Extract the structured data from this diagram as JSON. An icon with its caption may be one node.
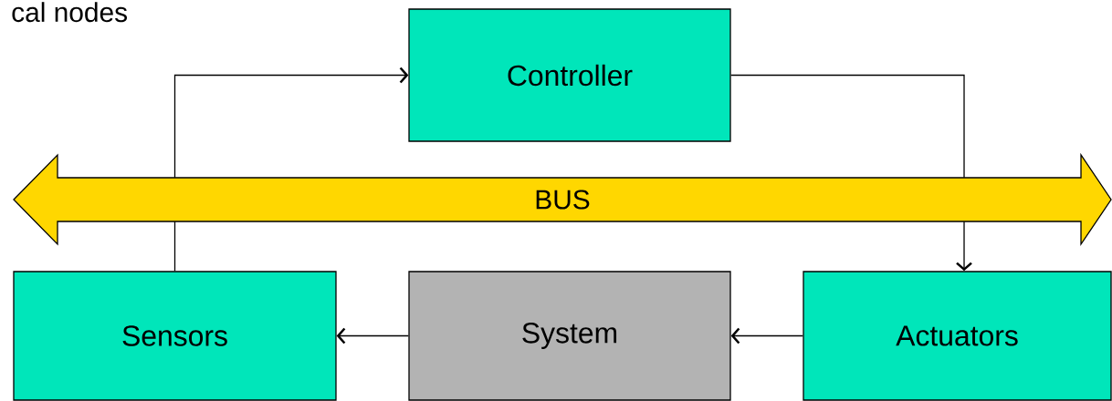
{
  "diagram": {
    "nodes": [
      {
        "text": [
          "Controller"
        ]
      },
      {
        "text": [
          "BUS"
        ]
      },
      {
        "text": [
          "Sensors"
        ]
      },
      {
        "text": [
          "System"
        ]
      },
      {
        "text": [
          "Actuators"
        ]
      }
    ],
    "edges": [
      {
        "from": 2,
        "to": 1,
        "arrow": "none"
      },
      {
        "from": 1,
        "to": 0,
        "arrow": "to"
      },
      {
        "from": 0,
        "to": 1,
        "arrow": "none"
      },
      {
        "from": 1,
        "to": 4,
        "arrow": "to"
      },
      {
        "from": 4,
        "to": 3,
        "arrow": "to"
      },
      {
        "from": 3,
        "to": 2,
        "arrow": "to"
      }
    ],
    "labels": [
      "cal nodes"
    ]
  }
}
